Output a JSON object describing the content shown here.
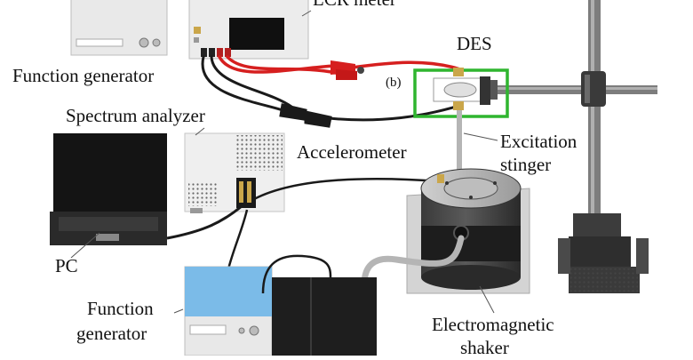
{
  "labels": {
    "lcr_meter": "LCR meter",
    "function_generator_top": "Function generator",
    "des": "DES",
    "panel_tag": "(b)",
    "spectrum_analyzer": "Spectrum analyzer",
    "excitation": "Excitation",
    "stinger": "stinger",
    "accelerometer": "Accelerometer",
    "pc": "PC",
    "function_bottom": "Function",
    "generator_bottom": "generator",
    "electromagnetic": "Electromagnetic",
    "shaker": "shaker"
  },
  "colors": {
    "red_lead": "#d61f1f",
    "black_lead": "#1a1a1a",
    "highlight_box": "#2fb52f",
    "cable_gray": "#b5b5b5",
    "screen_blue": "#7bbbe8",
    "device_body": "#ececec"
  }
}
